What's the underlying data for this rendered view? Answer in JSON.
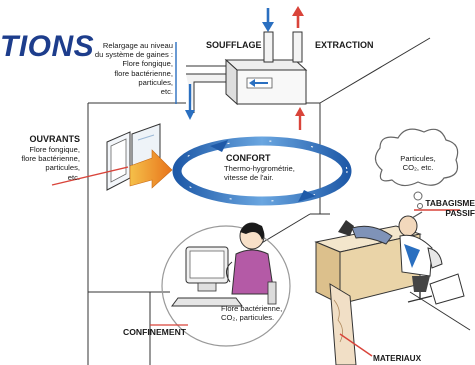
{
  "title": "TIONS",
  "labels": {
    "relargage": [
      "Relargage au niveau",
      "du système de gaines :",
      "Flore fongique,",
      "flore bactérienne,",
      "particules,",
      "etc."
    ],
    "soufflage": "SOUFFLAGE",
    "extraction": "EXTRACTION",
    "ouvrants_title": "OUVRANTS",
    "ouvrants": [
      "Flore fongique,",
      "flore bactérienne,",
      "particules,",
      "etc."
    ],
    "confort_title": "CONFORT",
    "confort": [
      "Thermo-hygrométrie,",
      "vitesse de l'air."
    ],
    "nuage": [
      "Particules,",
      "CO₂, etc."
    ],
    "tabagisme": [
      "TABAGISME",
      "PASSIF"
    ],
    "bureau": [
      "Flore bactérienne,",
      "CO₂, particules."
    ],
    "confinement": "CONFINEMENT",
    "materiaux": "MATERIAUX"
  },
  "colors": {
    "title": "#1d3d8c",
    "arrow_blue": "#2a6fc0",
    "arrow_red": "#d9443a",
    "swirl": "#2b73be",
    "orange": "#f19a23",
    "line": "#333333"
  }
}
